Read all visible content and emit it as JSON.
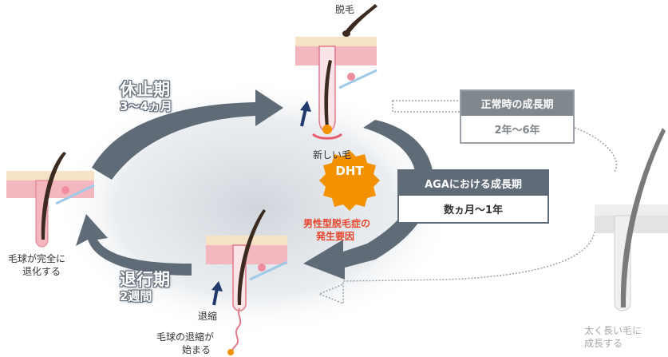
{
  "labels": {
    "hair_loss": "脱毛",
    "new_hair": "新しい毛",
    "bulb_regressed_l1": "毛球が完全に",
    "bulb_regressed_l2": "退化する",
    "shrink": "退縮",
    "bulb_shrink_l1": "毛球の退縮が",
    "bulb_shrink_l2": "始まる",
    "thick_l1": "太く長い毛に",
    "thick_l2": "成長する"
  },
  "phases": {
    "resting": {
      "title": "休止期",
      "duration": "3〜4ヵ月"
    },
    "regression": {
      "title": "退行期",
      "duration": "2週間"
    }
  },
  "boxes": {
    "normal": {
      "title": "正常時の成長期",
      "value": "2年〜6年"
    },
    "aga": {
      "title": "AGAにおける成長期",
      "value": "数ヵ月〜1年"
    }
  },
  "dht": {
    "badge": "DHT",
    "caption_l1": "男性型脱毛症の",
    "caption_l2": "発生要因"
  },
  "colors": {
    "arrow": "#5f6b76",
    "skin": "#f4b6bf",
    "skin_top": "#f6e2c4",
    "hair": "#3b2a1f",
    "dht_orange": "#f39200",
    "dht_text": "#e8452c",
    "box_gray": "#80878d",
    "faded_gray": "#d9d9d9"
  },
  "icons": [
    "up-arrow-icon",
    "dht-burst-icon",
    "cycle-arrow-icon"
  ]
}
